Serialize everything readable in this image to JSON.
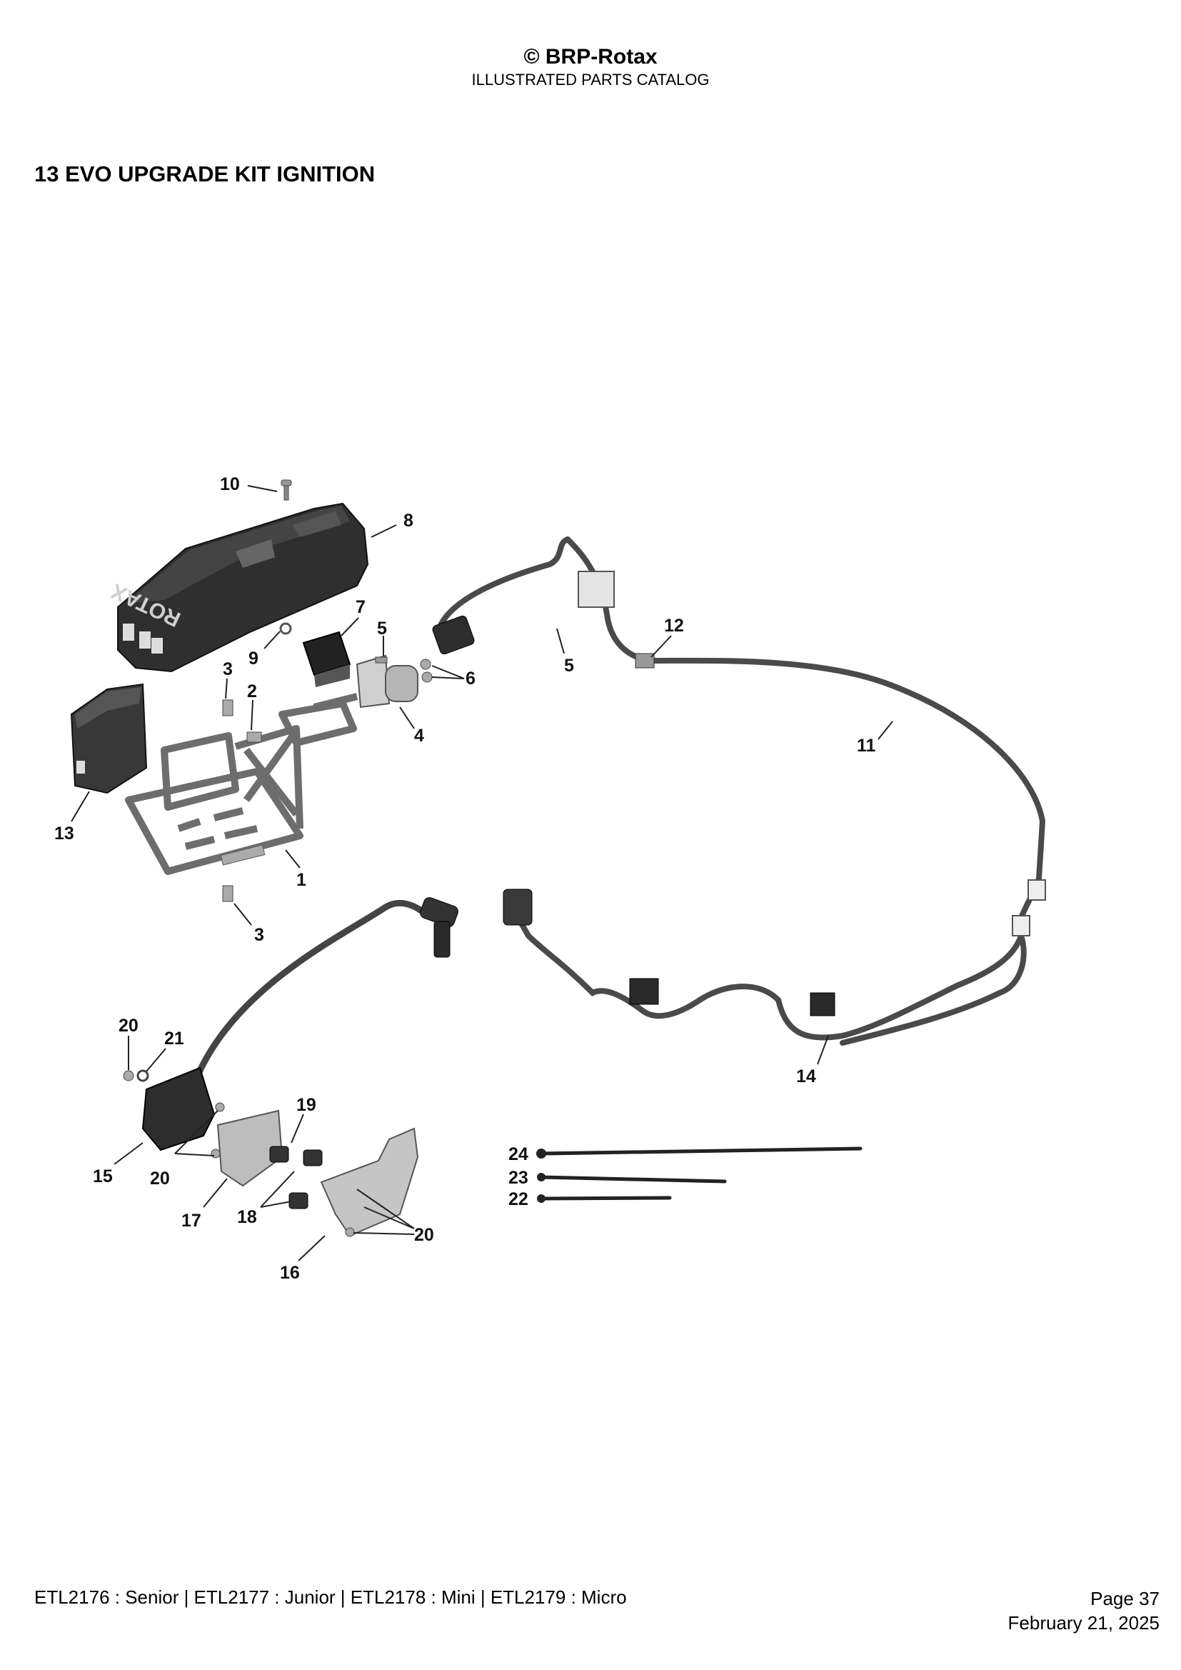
{
  "header": {
    "brand": "© BRP-Rotax",
    "subtitle": "ILLUSTRATED PARTS CATALOG"
  },
  "section": {
    "title": "13  EVO UPGRADE KIT IGNITION"
  },
  "diagram": {
    "logo_text": "ROTAX",
    "callouts": [
      "10",
      "8",
      "7",
      "5",
      "9",
      "3",
      "2",
      "6",
      "4",
      "5",
      "12",
      "11",
      "13",
      "1",
      "3",
      "20",
      "21",
      "19",
      "15",
      "20",
      "17",
      "18",
      "20",
      "16",
      "24",
      "23",
      "22"
    ]
  },
  "footer": {
    "models": "ETL2176 : Senior | ETL2177 : Junior | ETL2178 : Mini | ETL2179 : Micro",
    "page": "Page 37",
    "date": "February 21, 2025"
  }
}
